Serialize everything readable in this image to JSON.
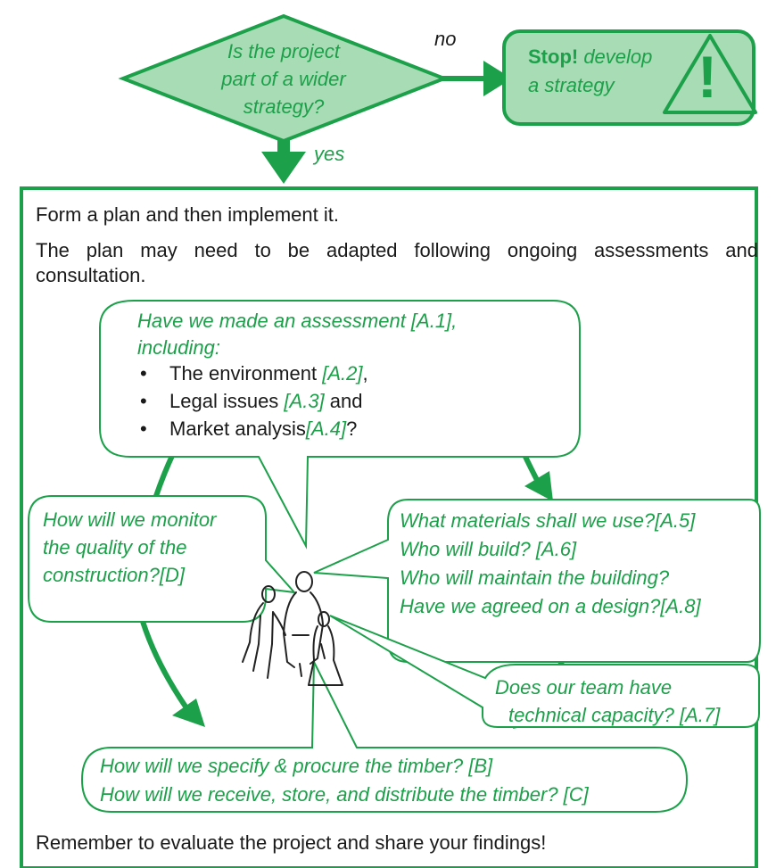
{
  "decision": {
    "question_lines": [
      "Is the project",
      "part of a wider",
      "strategy?"
    ],
    "no_label": "no",
    "yes_label": "yes"
  },
  "stop_box": {
    "bold": "Stop!",
    "line1_rest": " develop",
    "line2": "a strategy",
    "warning_mark": "!"
  },
  "plan": {
    "intro": "Form a plan and then implement it.",
    "adapt_line1": "The plan may need to be adapted following ongoing assessments and",
    "adapt_line2": "consultation.",
    "footer": "Remember to evaluate the project and share your findings!"
  },
  "bubbles": {
    "assessment": {
      "line1": "Have we made an assessment [A.1],",
      "line2": "including:",
      "items": [
        {
          "text": "The environment ",
          "ref": "[A.2]",
          "tail": ","
        },
        {
          "text": "Legal issues ",
          "ref": "[A.3]",
          "tail": " and"
        },
        {
          "text": "Market analysis",
          "ref": "[A.4]",
          "tail": "?"
        }
      ]
    },
    "materials": {
      "lines": [
        "What materials shall we use?[A.5]",
        "Who will build? [A.6]",
        "Who will maintain the building?",
        "Have we agreed on a design?[A.8]"
      ]
    },
    "capacity": {
      "lines": [
        "Does our team have",
        "technical capacity? [A.7]"
      ]
    },
    "monitor": {
      "lines": [
        "How will we monitor",
        "the quality of  the",
        "construction?[D]"
      ]
    },
    "timber": {
      "lines": [
        "How will we specify & procure the timber? [B]",
        "How will we receive, store, and distribute the timber? [C]"
      ]
    }
  },
  "colors": {
    "accent_green": "#1ca04a",
    "fill_green": "#a8dcb4",
    "fill_light": "#c5e9cd",
    "text": "#1a1a1a"
  }
}
